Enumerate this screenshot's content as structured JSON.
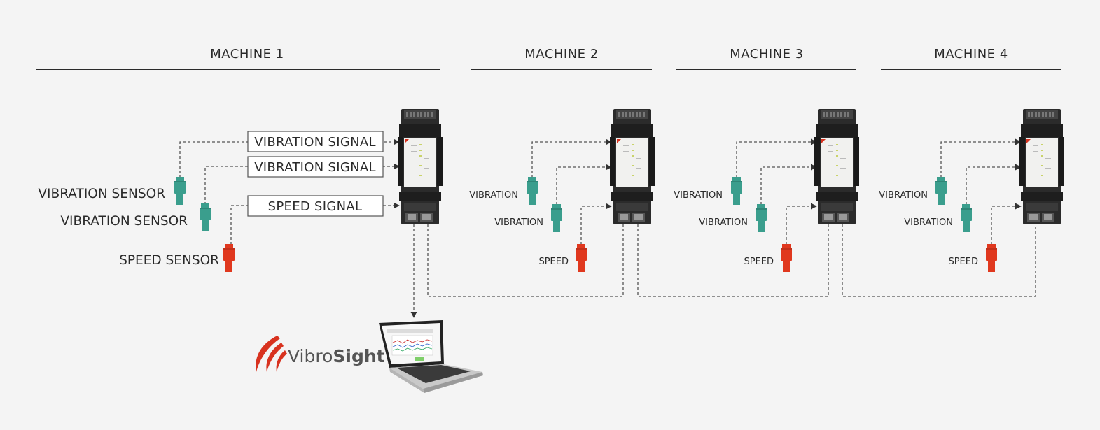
{
  "machines": [
    {
      "title": "MACHINE 1",
      "sensors": [
        "VIBRATION SENSOR",
        "VIBRATION SENSOR",
        "SPEED SENSOR"
      ],
      "signals": [
        "VIBRATION SIGNAL",
        "VIBRATION SIGNAL",
        "SPEED SIGNAL"
      ]
    },
    {
      "title": "MACHINE 2",
      "sensors": [
        "VIBRATION",
        "VIBRATION",
        "SPEED"
      ]
    },
    {
      "title": "MACHINE 3",
      "sensors": [
        "VIBRATION",
        "VIBRATION",
        "SPEED"
      ]
    },
    {
      "title": "MACHINE 4",
      "sensors": [
        "VIBRATION",
        "VIBRATION",
        "SPEED"
      ]
    }
  ],
  "software": {
    "name_regular": "Vibro",
    "name_bold": "Sight"
  },
  "colors": {
    "vibration_sensor": "#3a9e8d",
    "speed_sensor": "#e0381e",
    "line": "#555555",
    "module": "#2b2b2b",
    "logo_red": "#d8321f"
  }
}
